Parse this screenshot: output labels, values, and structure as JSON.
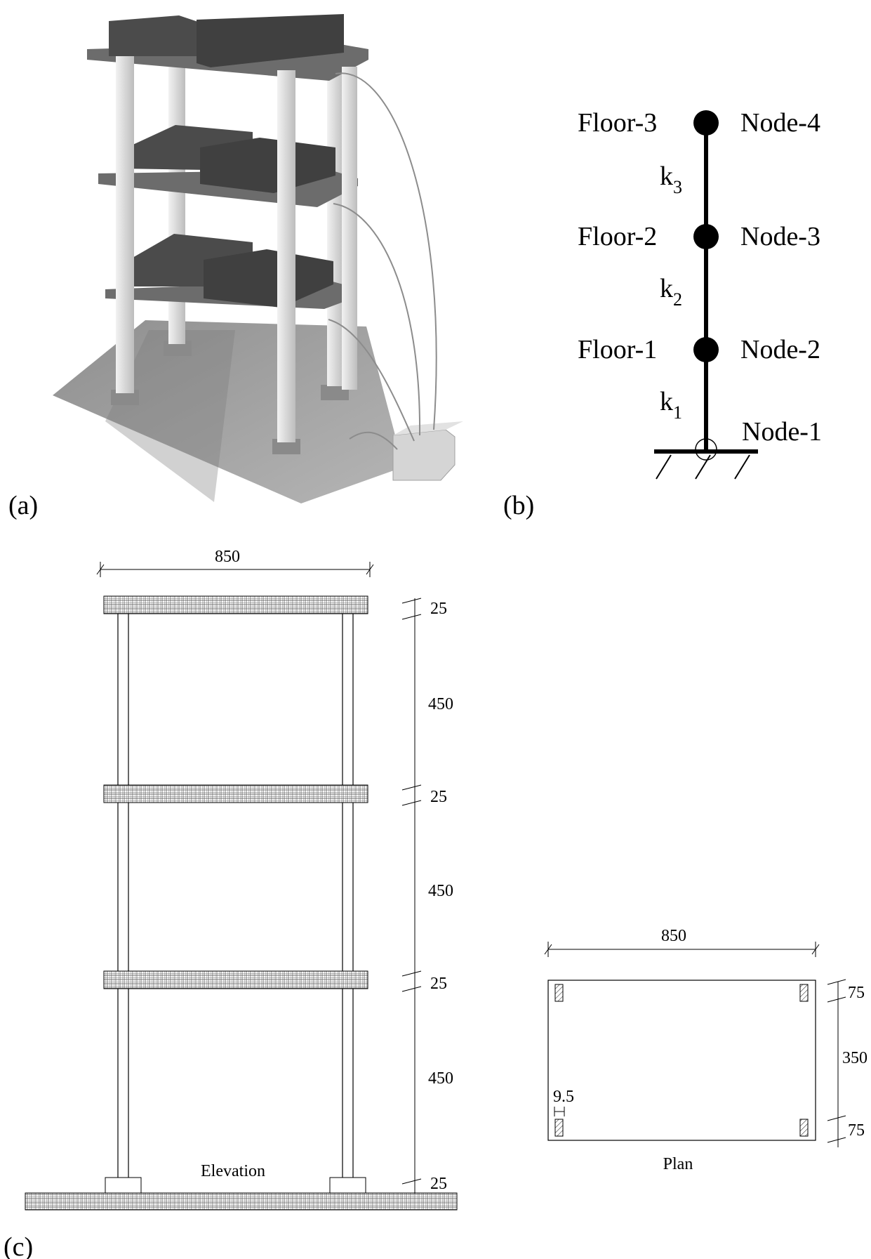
{
  "panels": {
    "a": "(a)",
    "b": "(b)",
    "c": "(c)"
  },
  "model": {
    "floors": [
      {
        "floor": "Floor-3",
        "node": "Node-4"
      },
      {
        "floor": "Floor-2",
        "node": "Node-3"
      },
      {
        "floor": "Floor-1",
        "node": "Node-2"
      }
    ],
    "base_node": "Node-1",
    "springs": [
      {
        "letter": "k",
        "sub": "3"
      },
      {
        "letter": "k",
        "sub": "2"
      },
      {
        "letter": "k",
        "sub": "1"
      }
    ]
  },
  "elevation": {
    "caption": "Elevation",
    "width_dim": "850",
    "slab_dims": [
      "25",
      "25",
      "25",
      "25"
    ],
    "story_dims": [
      "450",
      "450",
      "450"
    ]
  },
  "plan": {
    "caption": "Plan",
    "width_dim": "850",
    "side_dims": [
      "75",
      "350",
      "75"
    ],
    "column_dim": "9.5"
  },
  "colors": {
    "ink": "#000000",
    "block": "#4a4a4a",
    "slab": "#6f6f6f",
    "column": "#e6e6e6",
    "base_plate": "#9a9a9a"
  }
}
